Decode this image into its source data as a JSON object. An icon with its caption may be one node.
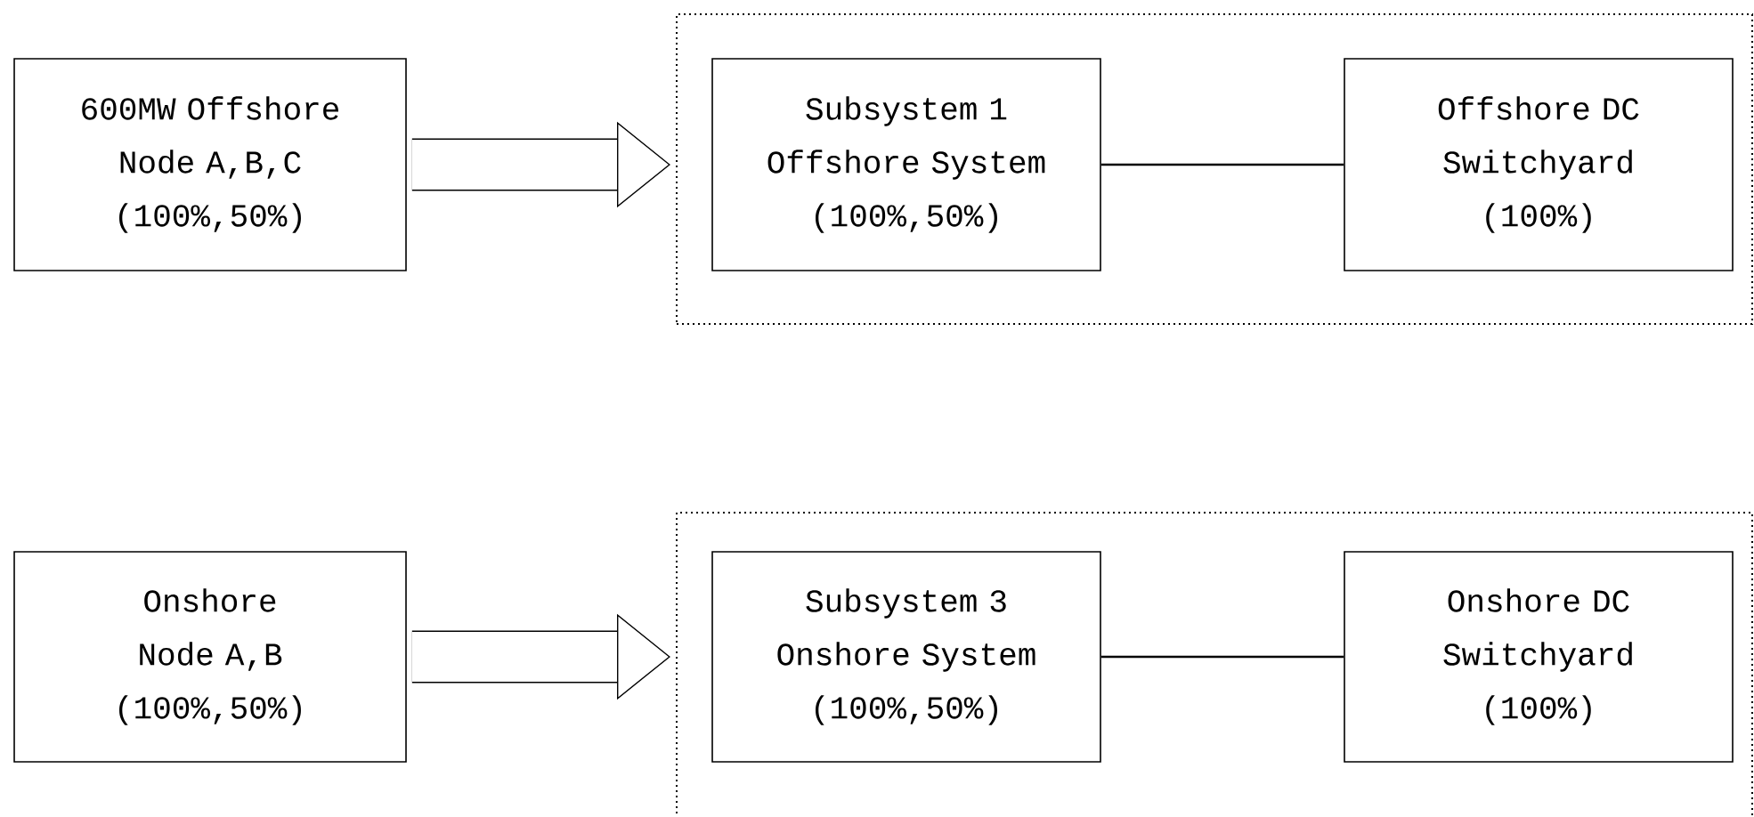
{
  "diagram": {
    "nodes": [
      {
        "text": [
          "600MW Offshore Node A,B,C",
          "(100%,50%)"
        ]
      },
      {
        "text": [],
        "shape": "box"
      },
      {
        "text": [
          "Subsystem 1 Offshore System",
          "(100%,50%)"
        ],
        "in": 1
      },
      {
        "text": [
          "Offshore DC Switchyard",
          "(100%)"
        ],
        "in": 1
      },
      {
        "text": [
          "Onshore Node A,B",
          "(100%,50%)"
        ]
      },
      {
        "text": [],
        "shape": "box"
      },
      {
        "text": [
          "Subsystem 3 Onshore System",
          "(100%,50%)"
        ],
        "in": 5
      },
      {
        "text": [
          "Onshore DC Switchyard",
          "(100%)"
        ],
        "in": 5
      }
    ],
    "edges": [
      {
        "from": 0,
        "to": 1,
        "arrow": "to",
        "style": "thick"
      },
      {
        "from": 2,
        "to": 3,
        "arrow": "none"
      },
      {
        "from": 4,
        "to": 5,
        "arrow": "to",
        "style": "thick"
      },
      {
        "from": 6,
        "to": 7,
        "arrow": "none"
      }
    ]
  }
}
